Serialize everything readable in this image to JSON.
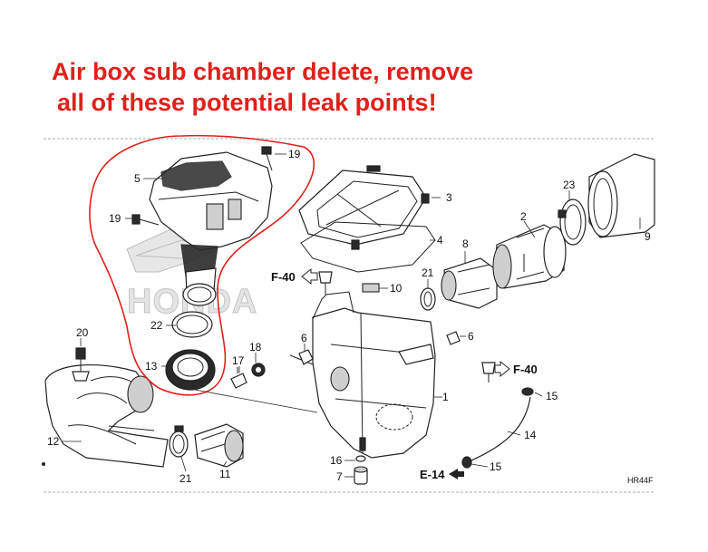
{
  "headline": {
    "line1": "Air box sub chamber delete, remove",
    "line2": "all of these potential leak points!"
  },
  "diagram": {
    "watermark": "HONDA",
    "diagram_code": "HR44F",
    "callouts": [
      {
        "id": "c1",
        "label": "1"
      },
      {
        "id": "c2",
        "label": "2"
      },
      {
        "id": "c3",
        "label": "3"
      },
      {
        "id": "c4",
        "label": "4"
      },
      {
        "id": "c5",
        "label": "5"
      },
      {
        "id": "c6a",
        "label": "6"
      },
      {
        "id": "c6b",
        "label": "6"
      },
      {
        "id": "c7",
        "label": "7"
      },
      {
        "id": "c8",
        "label": "8"
      },
      {
        "id": "c9",
        "label": "9"
      },
      {
        "id": "c10",
        "label": "10"
      },
      {
        "id": "c11",
        "label": "11"
      },
      {
        "id": "c12",
        "label": "12"
      },
      {
        "id": "c13",
        "label": "13"
      },
      {
        "id": "c14",
        "label": "14"
      },
      {
        "id": "c15a",
        "label": "15"
      },
      {
        "id": "c15b",
        "label": "15"
      },
      {
        "id": "c16",
        "label": "16"
      },
      {
        "id": "c17",
        "label": "17"
      },
      {
        "id": "c18",
        "label": "18"
      },
      {
        "id": "c19a",
        "label": "19"
      },
      {
        "id": "c19b",
        "label": "19"
      },
      {
        "id": "c20",
        "label": "20"
      },
      {
        "id": "c21a",
        "label": "21"
      },
      {
        "id": "c21b",
        "label": "21"
      },
      {
        "id": "c22",
        "label": "22"
      },
      {
        "id": "c23",
        "label": "23"
      }
    ],
    "references": [
      {
        "id": "r1",
        "label": "F-40"
      },
      {
        "id": "r2",
        "label": "F-40"
      },
      {
        "id": "r3",
        "label": "E-14"
      }
    ],
    "highlight_color": "#e0201c"
  }
}
